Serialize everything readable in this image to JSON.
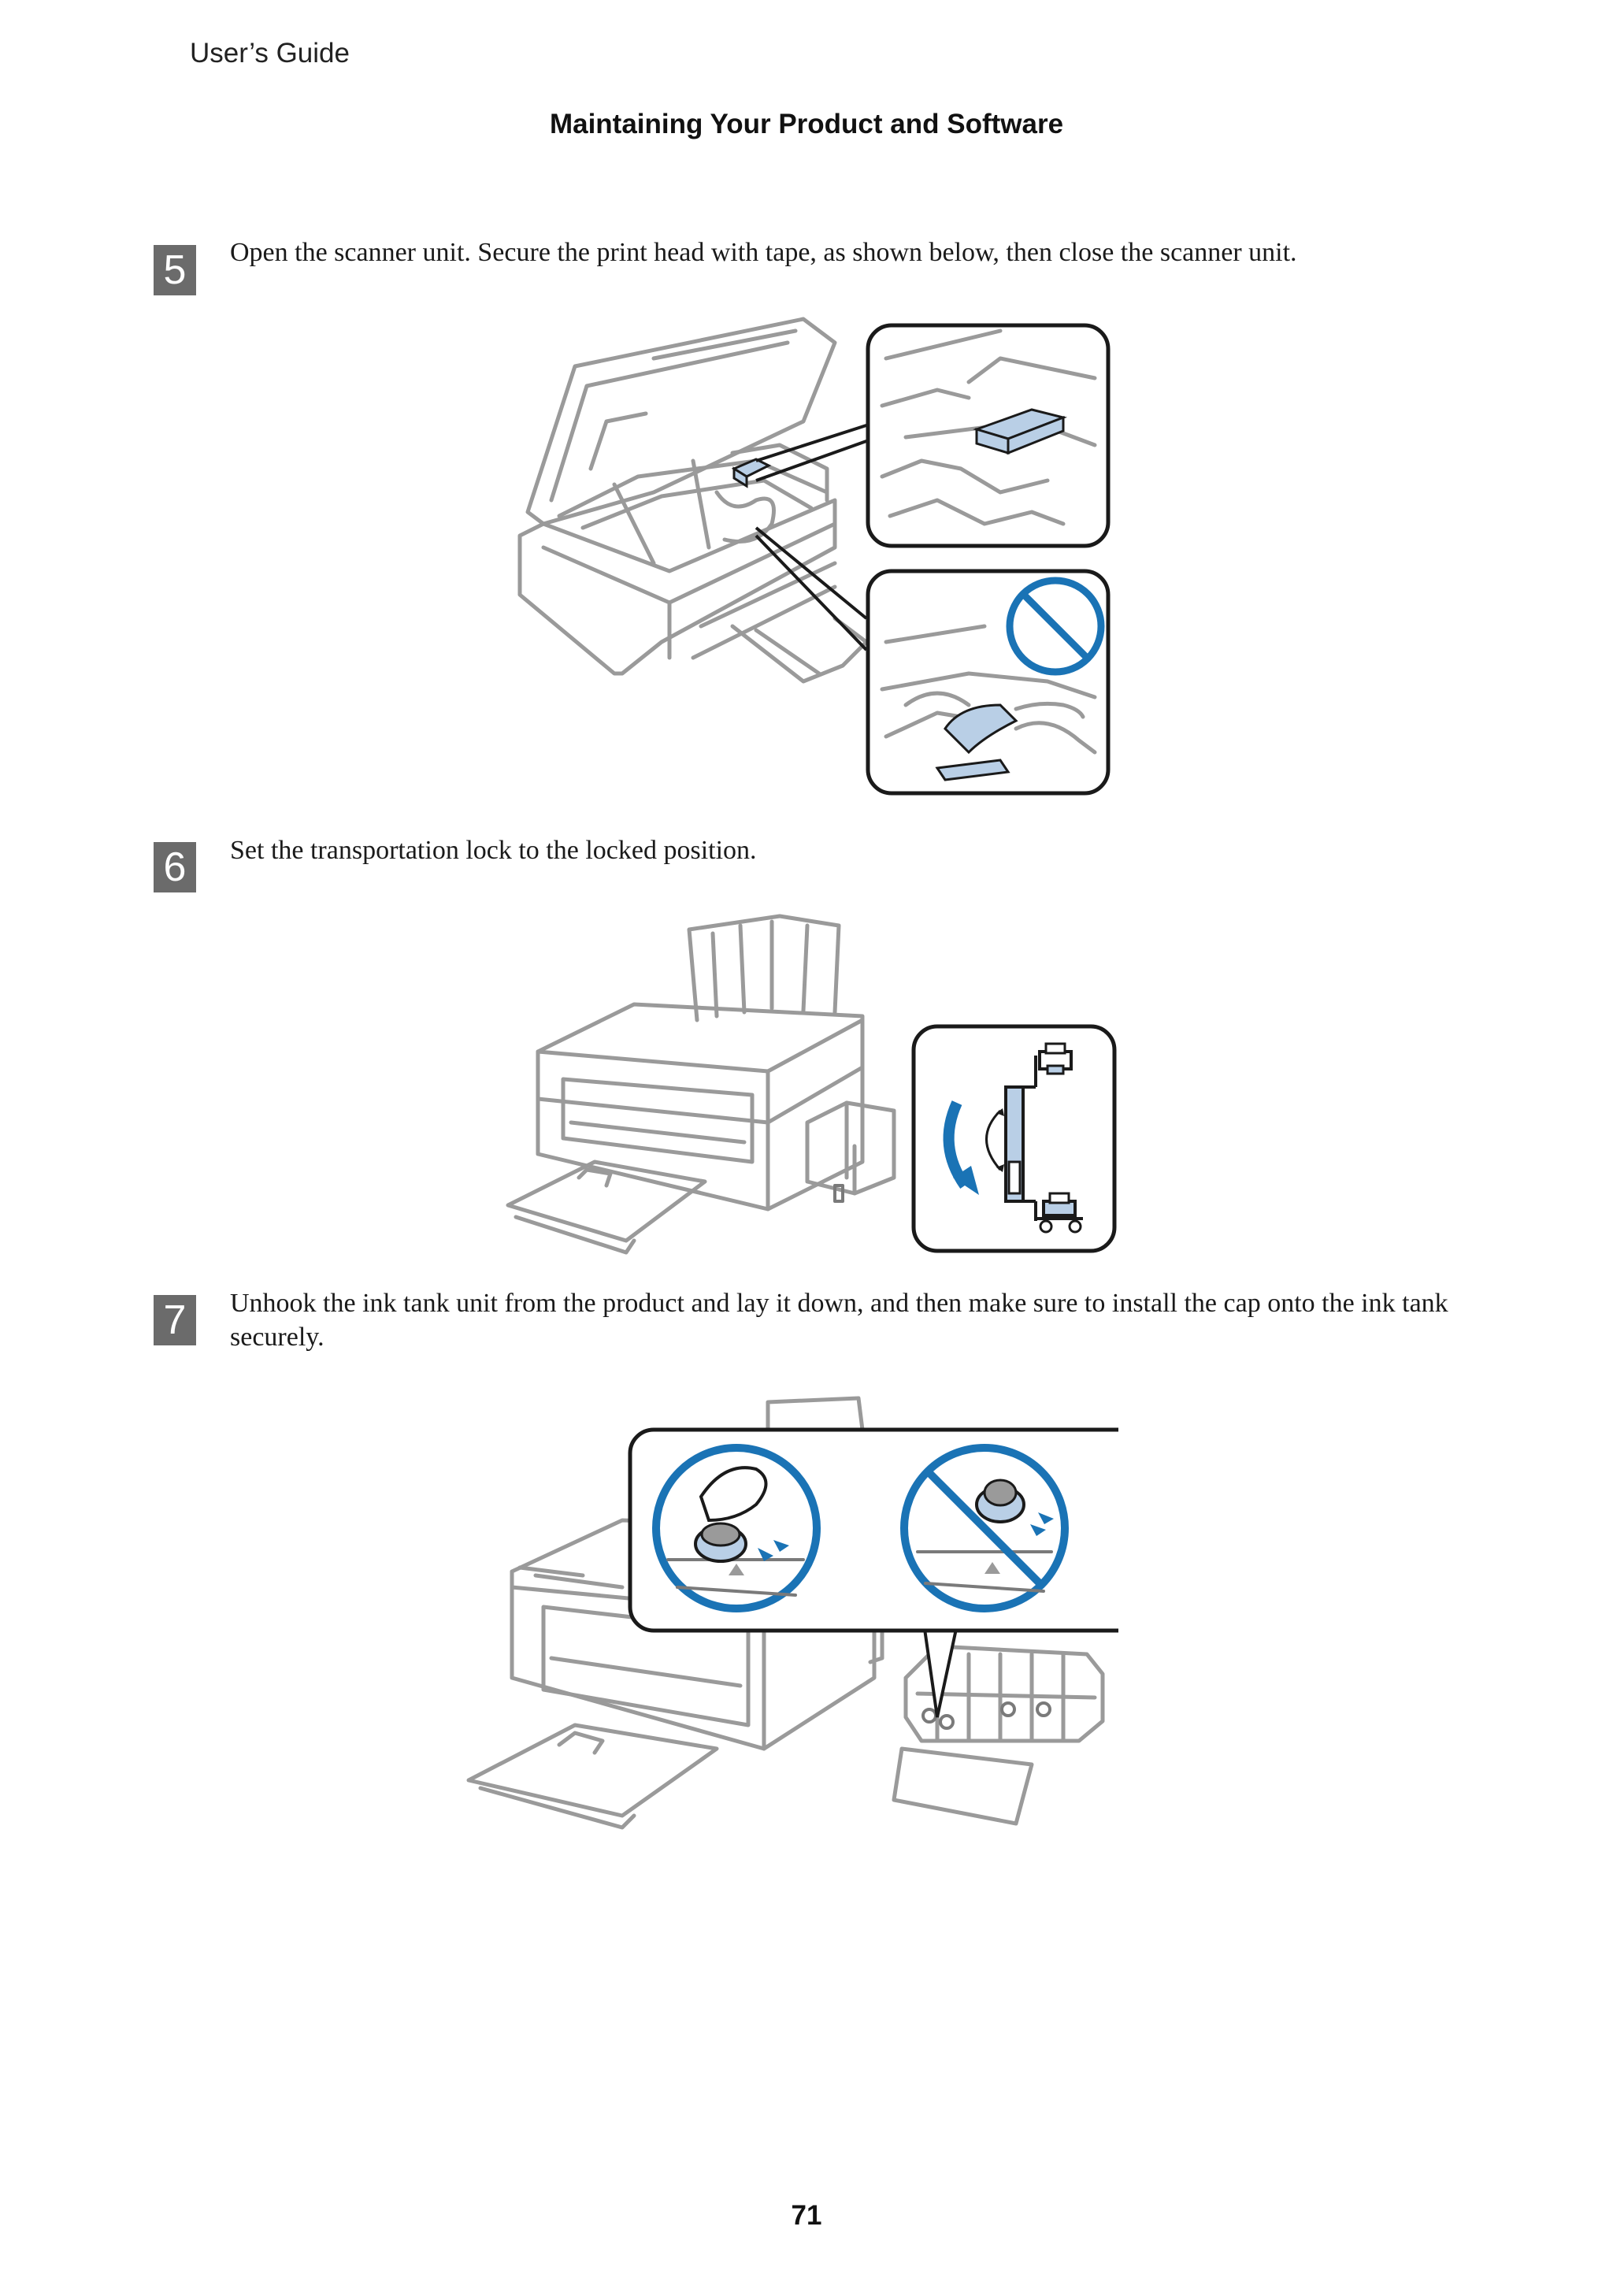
{
  "header": {
    "guide_title": "User’s Guide",
    "section_title": "Maintaining Your Product and Software"
  },
  "steps": [
    {
      "number": "5",
      "text": "Open the scanner unit. Secure the print head with tape, as shown below, then close the scanner unit."
    },
    {
      "number": "6",
      "text": "Set the transportation lock to the locked position."
    },
    {
      "number": "7",
      "text": "Unhook the ink tank unit from the product and lay it down, and then make sure to install the cap onto the ink tank securely."
    }
  ],
  "page_number": "71",
  "colors": {
    "badge": "#6b6b6b",
    "accent_blue": "#1a73b5",
    "tape_blue": "#b9cfe6"
  },
  "icons": {
    "prohibited": "prohibited-icon",
    "printer_locked": "printer-icon",
    "printer_transport": "printer-cart-icon",
    "rotate_arrow": "rotate-arrow-icon"
  }
}
